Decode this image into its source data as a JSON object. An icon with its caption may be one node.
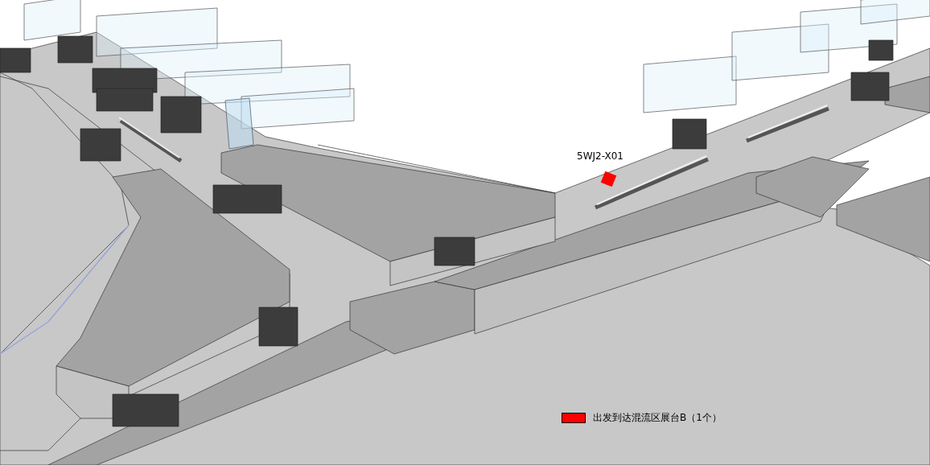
{
  "diagram": {
    "nodes": [
      {
        "text": [],
        "shape": "box",
        "beside": [
          "5WJ2-X01"
        ]
      }
    ],
    "edges": [],
    "legend": [
      {
        "text": "出发到达混流区展台B（1个）",
        "color": "#ff0000"
      }
    ]
  }
}
